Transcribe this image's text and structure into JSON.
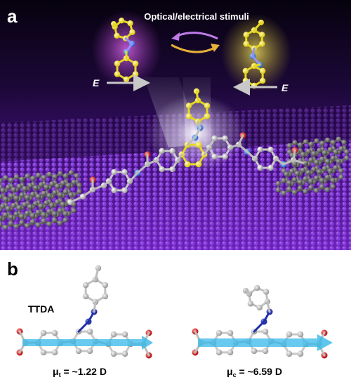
{
  "figure": {
    "panel_a": {
      "letter": "a",
      "stimuli_label": "Optical/electrical stimuli",
      "field_label_left": "E",
      "field_label_right": "E"
    },
    "panel_b": {
      "letter": "b",
      "molecule_label": "TTDA",
      "dipole_trans": {
        "symbol": "μ",
        "sub": "t",
        "value": " = ~1.22 D"
      },
      "dipole_cis": {
        "symbol": "μ",
        "sub": "c",
        "value": " = ~6.59 D"
      }
    }
  },
  "colors": {
    "background_purple": "#4a1585",
    "atom_carbon": "#b8b8b8",
    "atom_yellow": "#f0e020",
    "atom_nitrogen_dark": "#1a2aa0",
    "atom_nitrogen_light": "#2080e0",
    "atom_oxygen": "#d01818",
    "graphene": "#6a6a6a",
    "dipole_arrow": "#35b8e8"
  }
}
